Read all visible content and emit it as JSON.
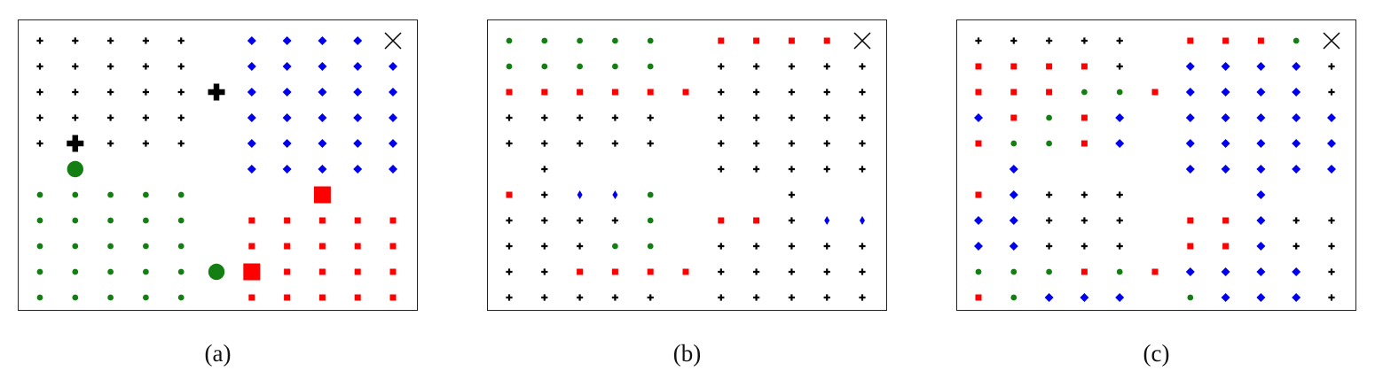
{
  "figure": {
    "legend_key": {
      "P": "black plus (small)",
      "BP": "black plus (large)",
      "D": "blue diamond",
      "d": "blue thin diamond",
      "C": "green circle (small)",
      "BC": "green circle (large)",
      "S": "red square (small)",
      "BS": "red square (large)",
      "X": "black cross marker",
      ".": "empty"
    },
    "colors": {
      "plus": "#000000",
      "diamond": "#0000ee",
      "circle": "#137f13",
      "square": "#ff0000",
      "cross": "#000000",
      "frame": "#222222"
    },
    "grid": {
      "columns": 11,
      "rows": 11
    },
    "panels": [
      {
        "label": "(a)",
        "rows": [
          [
            "P",
            "P",
            "P",
            "P",
            "P",
            ".",
            "D",
            "D",
            "D",
            "D",
            "X"
          ],
          [
            "P",
            "P",
            "P",
            "P",
            "P",
            ".",
            "D",
            "D",
            "D",
            "D",
            "D"
          ],
          [
            "P",
            "P",
            "P",
            "P",
            "P",
            "BP",
            "D",
            "D",
            "D",
            "D",
            "D"
          ],
          [
            "P",
            "P",
            "P",
            "P",
            "P",
            ".",
            "D",
            "D",
            "D",
            "D",
            "D"
          ],
          [
            "P",
            "BP",
            "P",
            "P",
            "P",
            ".",
            "D",
            "D",
            "D",
            "D",
            "D"
          ],
          [
            ".",
            "BC",
            ".",
            ".",
            ".",
            ".",
            "D",
            "D",
            "D",
            "D",
            "D"
          ],
          [
            "C",
            "C",
            "C",
            "C",
            "C",
            ".",
            ".",
            ".",
            "BS",
            ".",
            "."
          ],
          [
            "C",
            "C",
            "C",
            "C",
            "C",
            ".",
            "S",
            "S",
            "S",
            "S",
            "S"
          ],
          [
            "C",
            "C",
            "C",
            "C",
            "C",
            ".",
            "S",
            "S",
            "S",
            "S",
            "S"
          ],
          [
            "C",
            "C",
            "C",
            "C",
            "C",
            "BC",
            "BS",
            "S",
            "S",
            "S",
            "S"
          ],
          [
            "C",
            "C",
            "C",
            "C",
            "C",
            ".",
            "S",
            "S",
            "S",
            "S",
            "S"
          ]
        ]
      },
      {
        "label": "(b)",
        "rows": [
          [
            "C",
            "C",
            "C",
            "C",
            "C",
            ".",
            "S",
            "S",
            "S",
            "S",
            "X"
          ],
          [
            "C",
            "C",
            "C",
            "C",
            "C",
            ".",
            "P",
            "P",
            "P",
            "P",
            "P"
          ],
          [
            "S",
            "S",
            "S",
            "S",
            "S",
            "S",
            "P",
            "P",
            "P",
            "P",
            "P"
          ],
          [
            "P",
            "P",
            "P",
            "P",
            "P",
            ".",
            "P",
            "P",
            "P",
            "P",
            "P"
          ],
          [
            "P",
            "P",
            "P",
            "P",
            "P",
            ".",
            "P",
            "P",
            "P",
            "P",
            "P"
          ],
          [
            ".",
            "P",
            ".",
            ".",
            ".",
            ".",
            "P",
            "P",
            "P",
            "P",
            "P"
          ],
          [
            "S",
            "P",
            "d",
            "d",
            "C",
            ".",
            ".",
            ".",
            "P",
            ".",
            "."
          ],
          [
            "P",
            "P",
            "P",
            "P",
            "C",
            ".",
            "S",
            "S",
            "P",
            "d",
            "d"
          ],
          [
            "P",
            "P",
            "P",
            "C",
            "C",
            ".",
            "P",
            "P",
            "P",
            "P",
            "P"
          ],
          [
            "P",
            "P",
            "S",
            "S",
            "S",
            "S",
            "P",
            "P",
            "P",
            "P",
            "P"
          ],
          [
            "P",
            "P",
            "P",
            "P",
            "P",
            ".",
            "P",
            "P",
            "P",
            "P",
            "P"
          ]
        ]
      },
      {
        "label": "(c)",
        "rows": [
          [
            "P",
            "P",
            "P",
            "P",
            "P",
            ".",
            "S",
            "S",
            "S",
            "C",
            "X"
          ],
          [
            "S",
            "S",
            "S",
            "S",
            "P",
            ".",
            "D",
            "D",
            "D",
            "D",
            "P"
          ],
          [
            "S",
            "S",
            "S",
            "C",
            "C",
            "S",
            "D",
            "D",
            "D",
            "D",
            "P"
          ],
          [
            "D",
            "S",
            "C",
            "S",
            "D",
            ".",
            "D",
            "D",
            "D",
            "D",
            "D"
          ],
          [
            "S",
            "C",
            "C",
            "S",
            "D",
            ".",
            "D",
            "D",
            "D",
            "D",
            "D"
          ],
          [
            ".",
            "D",
            ".",
            ".",
            ".",
            ".",
            "D",
            "D",
            "D",
            "D",
            "D"
          ],
          [
            "S",
            "D",
            "P",
            "P",
            "P",
            ".",
            ".",
            ".",
            "D",
            ".",
            "."
          ],
          [
            "D",
            "D",
            "P",
            "P",
            "P",
            ".",
            "S",
            "S",
            "D",
            "P",
            "P"
          ],
          [
            "D",
            "D",
            "P",
            "P",
            "P",
            ".",
            "S",
            "S",
            "D",
            "P",
            "P"
          ],
          [
            "C",
            "C",
            "C",
            "S",
            "C",
            "S",
            "D",
            "D",
            "D",
            "D",
            "P"
          ],
          [
            "S",
            "C",
            "D",
            "D",
            "D",
            ".",
            "C",
            "D",
            "D",
            "D",
            "P"
          ]
        ]
      }
    ]
  }
}
